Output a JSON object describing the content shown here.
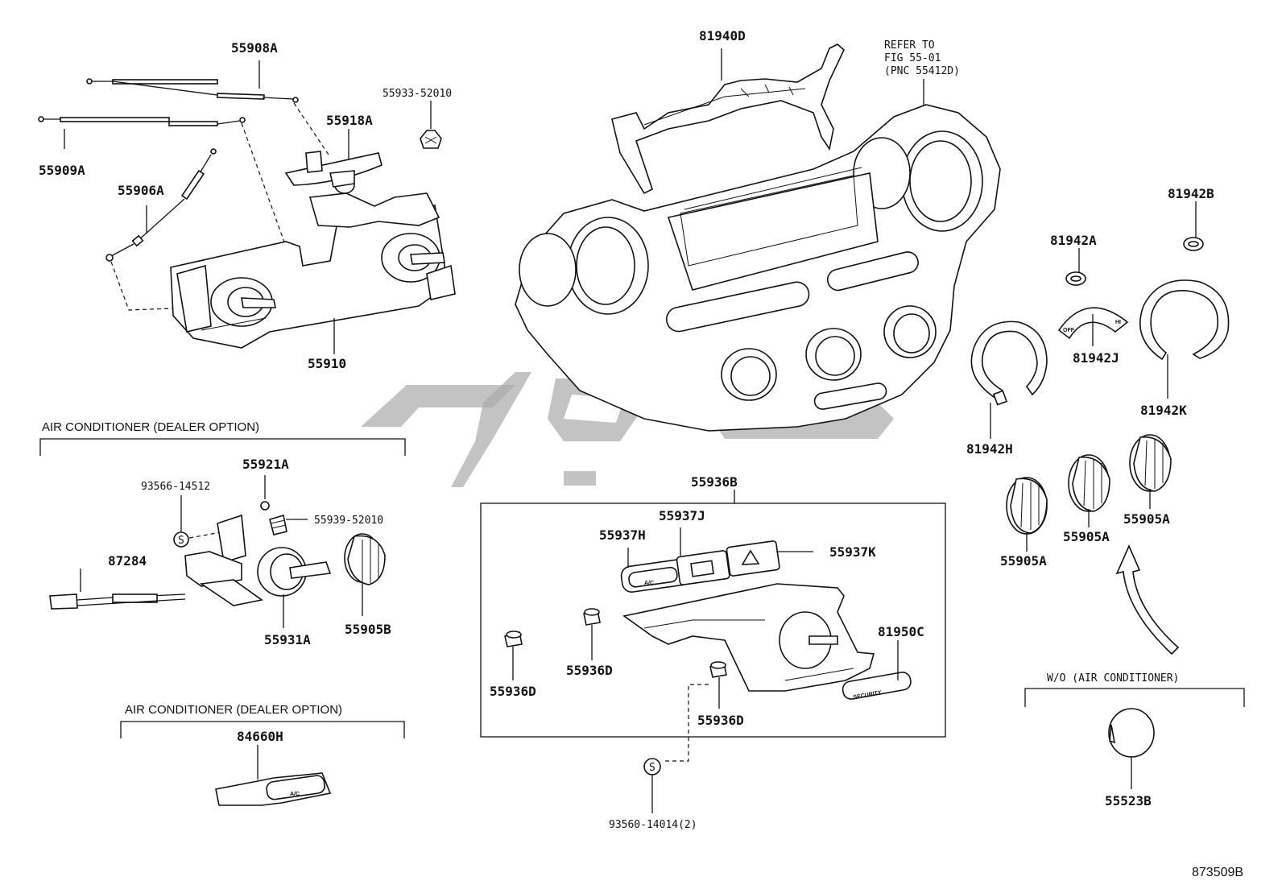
{
  "labels": {
    "p55908A": "55908A",
    "p55909A": "55909A",
    "p55933": "55933-52010",
    "p55918A": "55918A",
    "p55906A": "55906A",
    "p55910": "55910",
    "p81940D": "81940D",
    "p81942B": "81942B",
    "p81942A": "81942A",
    "p81942J": "81942J",
    "p81942K": "81942K",
    "p81942H": "81942H",
    "p55921A": "55921A",
    "p93566": "93566-14512",
    "p55939": "55939-52010",
    "p87284": "87284",
    "p55931A": "55931A",
    "p55905B": "55905B",
    "p84660H": "84660H",
    "p55936B": "55936B",
    "p55937J": "55937J",
    "p55937H": "55937H",
    "p55937K": "55937K",
    "p81950C": "81950C",
    "p55936D_a": "55936D",
    "p55936D_b": "55936D",
    "p55936D_c": "55936D",
    "p93560": "93560-14014(2)",
    "p55905A_a": "55905A",
    "p55905A_b": "55905A",
    "p55905A_c": "55905A",
    "p55523B": "55523B"
  },
  "reference": {
    "line1": "REFER TO",
    "line2": "FIG 55-01",
    "line3": "(PNC 55412D)"
  },
  "headers": {
    "ac_option_1": "AIR CONDITIONER (DEALER OPTION)",
    "ac_option_2": "AIR CONDITIONER (DEALER OPTION)",
    "wo_ac": "W/O (AIR CONDITIONER)"
  },
  "symbols": {
    "s": "S"
  },
  "switch_text": {
    "ac": "A/C",
    "ac2": "A/C",
    "security": "SECURITY",
    "off": "OFF",
    "hi": "HI"
  },
  "figure_number": "873509B",
  "colors": {
    "ink": "#111111",
    "watermark": "#a9a9a9"
  }
}
